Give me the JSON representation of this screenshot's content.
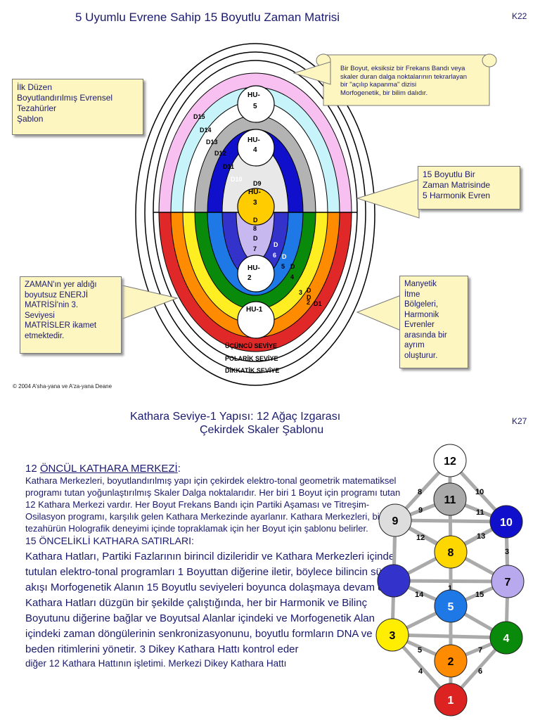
{
  "slide1": {
    "title": "5 Uyumlu Evrene Sahip 15 Boyutlu Zaman Matrisi",
    "page": "K22",
    "copyright": "© 2004 A'sha-yana ve A'za-yana Deane",
    "note_left_top": [
      "İlk Düzen",
      "Boyutlandırılmış Evrensel",
      "Tezahürler",
      "Şablon"
    ],
    "note_right_top": [
      "Bir Boyut, eksiksiz bir Frekans Bandı veya",
      "skaler duran dalga noktalarının tekrarlayan",
      "bir \"açılıp kapanma\" dizisi",
      "Morfogenetik, bir bilim dalıdır."
    ],
    "note_right_mid": [
      "15 Boyutlu Bir",
      "Zaman Matrisinde",
      "5 Harmonik Evren"
    ],
    "note_left_bottom": [
      "ZAMAN'ın yer aldığı",
      "boyutsuz ENERJİ",
      "MATRİSİ'nin 3.",
      "Seviyesi",
      "MATRİSLER ikamet",
      "etmektedir."
    ],
    "note_right_bottom": [
      "Manyetik",
      "İtme",
      "Bölgeleri,",
      "Harmonik",
      "Evrenler",
      "arasında bir",
      "ayrım",
      "oluşturur."
    ],
    "hu_labels": [
      [
        "HU-",
        "5"
      ],
      [
        "HU-",
        "4"
      ],
      [
        "HU-",
        "3"
      ],
      [
        "HU-",
        "2"
      ],
      [
        "HU-1"
      ]
    ],
    "dim_labels_upper": [
      "D15",
      "D14",
      "D13",
      "D12",
      "D11",
      "D10",
      "D9"
    ],
    "dim_labels_lower": [
      "D",
      "8",
      "D",
      "7",
      "D",
      "6",
      "D",
      "5",
      "D",
      "4",
      "D",
      "3",
      "D",
      "2",
      "D1"
    ],
    "levels": [
      "ÜÇÜNCÜ SEVİYE",
      "POLARİK SEVİYE",
      "DİKKATİK SEVİYE"
    ]
  },
  "slide2": {
    "title_line1": "Kathara Seviye-1 Yapısı: 12 Ağaç Izgarası",
    "title_line2": "Çekirdek Skaler Şablonu",
    "page": "K27",
    "heading1_prefix": "12 ",
    "heading1_underlined": "ÖNCÜL KATHARA MERKEZİ",
    "heading1_suffix": ":",
    "para1": "Kathara Merkezleri, boyutlandırılmış yapı için çekirdek elektro-tonal geometrik matematiksel programı tutan yoğunlaştırılmış Skaler Dalga noktalarıdır. Her biri 1 Boyut için programı tutan 12 Kathara Merkezi vardır. Her Boyut Frekans Bandı için Partiki Aşaması ve Titreşim-Osilasyon programı, karşılık gelen Kathara Merkezinde ayarlanır. Kathara Merkezleri, bilinci tezahürün Holografik deneyimi içinde topraklamak için her Boyut için şablonu belirler.",
    "heading2": "15 ÖNCELİKLİ KATHARA SATIRLARI:",
    "para2": "Kathara Hatları, Partiki Fazlarının birincil dizileridir ve Kathara Merkezleri içinde tutulan elektro-tonal programları 1 Boyuttan diğerine iletir, böylece bilincin sürekli akışı Morfogenetik Alanın 15 Boyutlu seviyeleri boyunca dolaşmaya devam eder. Kathara Hatları düzgün bir şekilde çalıştığında, her bir Harmonik ve Bilinç Boyutunu diğerine bağlar ve Boyutsal Alanlar içindeki ve Morfogenetik Alan içindeki zaman döngülerinin senkronizasyonunu, boyutlu formların DNA ve beden ritimlerini yönetir. 3 Dikey Kathara Hattı kontrol eder",
    "para3": "diğer 12 Kathara Hattının işletimi. Merkezi Dikey Kathara Hattı",
    "tree_nodes": [
      {
        "label": "12",
        "color": "#ffffff"
      },
      {
        "label": "11",
        "color": "#aaaaaa"
      },
      {
        "label": "10",
        "color": "#1010cc"
      },
      {
        "label": "9",
        "color": "#dddddd"
      },
      {
        "label": "8",
        "color": "#ffd700"
      },
      {
        "label": "7",
        "color": "#b8a8ee"
      },
      {
        "label": "",
        "color": "#3333cc"
      },
      {
        "label": "5",
        "color": "#1e78e6"
      },
      {
        "label": "4",
        "color": "#0a8a0a"
      },
      {
        "label": "3",
        "color": "#ffee00"
      },
      {
        "label": "2",
        "color": "#ff8c00"
      },
      {
        "label": "1",
        "color": "#dd2222"
      }
    ],
    "line_labels": [
      "8",
      "10",
      "9",
      "11",
      "12",
      "13",
      "3",
      "1",
      "14",
      "15",
      "5",
      "7",
      "4",
      "6"
    ]
  }
}
